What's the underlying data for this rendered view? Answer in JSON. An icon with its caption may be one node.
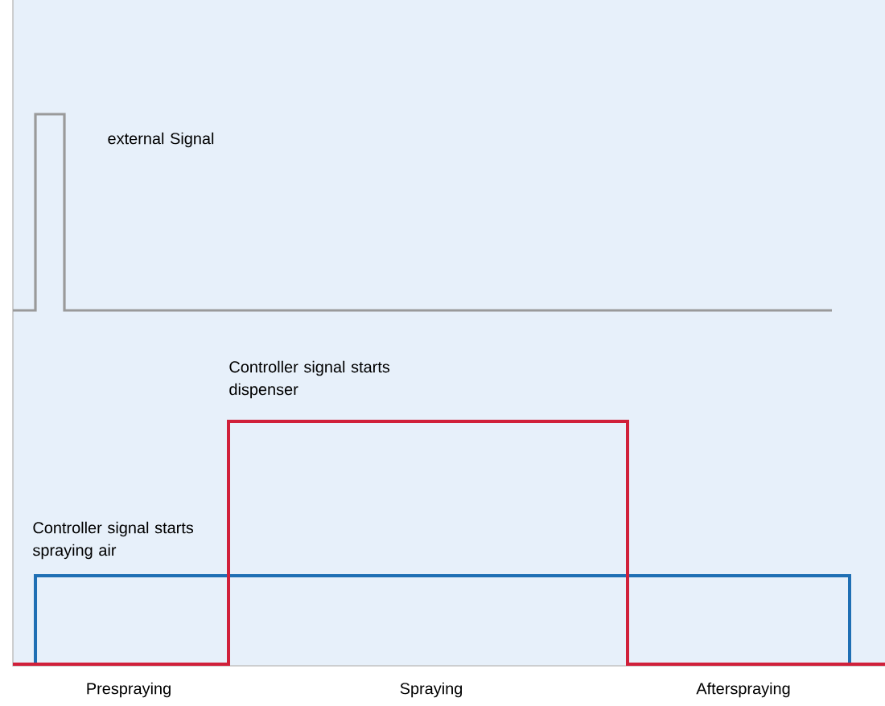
{
  "diagram": {
    "labels": [
      "external Signal",
      "Controller signal starts dispenser",
      "Controller signal starts spraying air",
      "Prespraying",
      "Spraying",
      "Afterspraying"
    ]
  }
}
